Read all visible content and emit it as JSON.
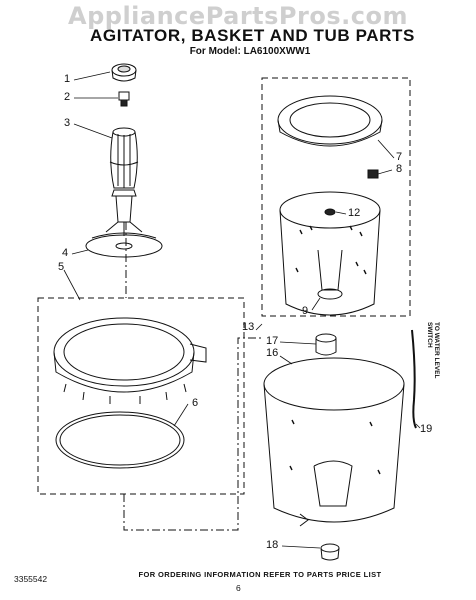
{
  "watermark": "AppliancePartsPros.com",
  "title": "AGITATOR, BASKET AND TUB PARTS",
  "subtitle": "For Model: LA6100XWW1",
  "footer_note": "FOR ORDERING INFORMATION REFER TO PARTS PRICE LIST",
  "document_number": "3355542",
  "page_number": "6",
  "side_note": {
    "line1": "TO WATER LEVEL",
    "line2": "SWITCH"
  },
  "callouts": [
    "1",
    "2",
    "3",
    "4",
    "5",
    "6",
    "7",
    "8",
    "9",
    "12",
    "13",
    "16",
    "17",
    "18",
    "19"
  ]
}
